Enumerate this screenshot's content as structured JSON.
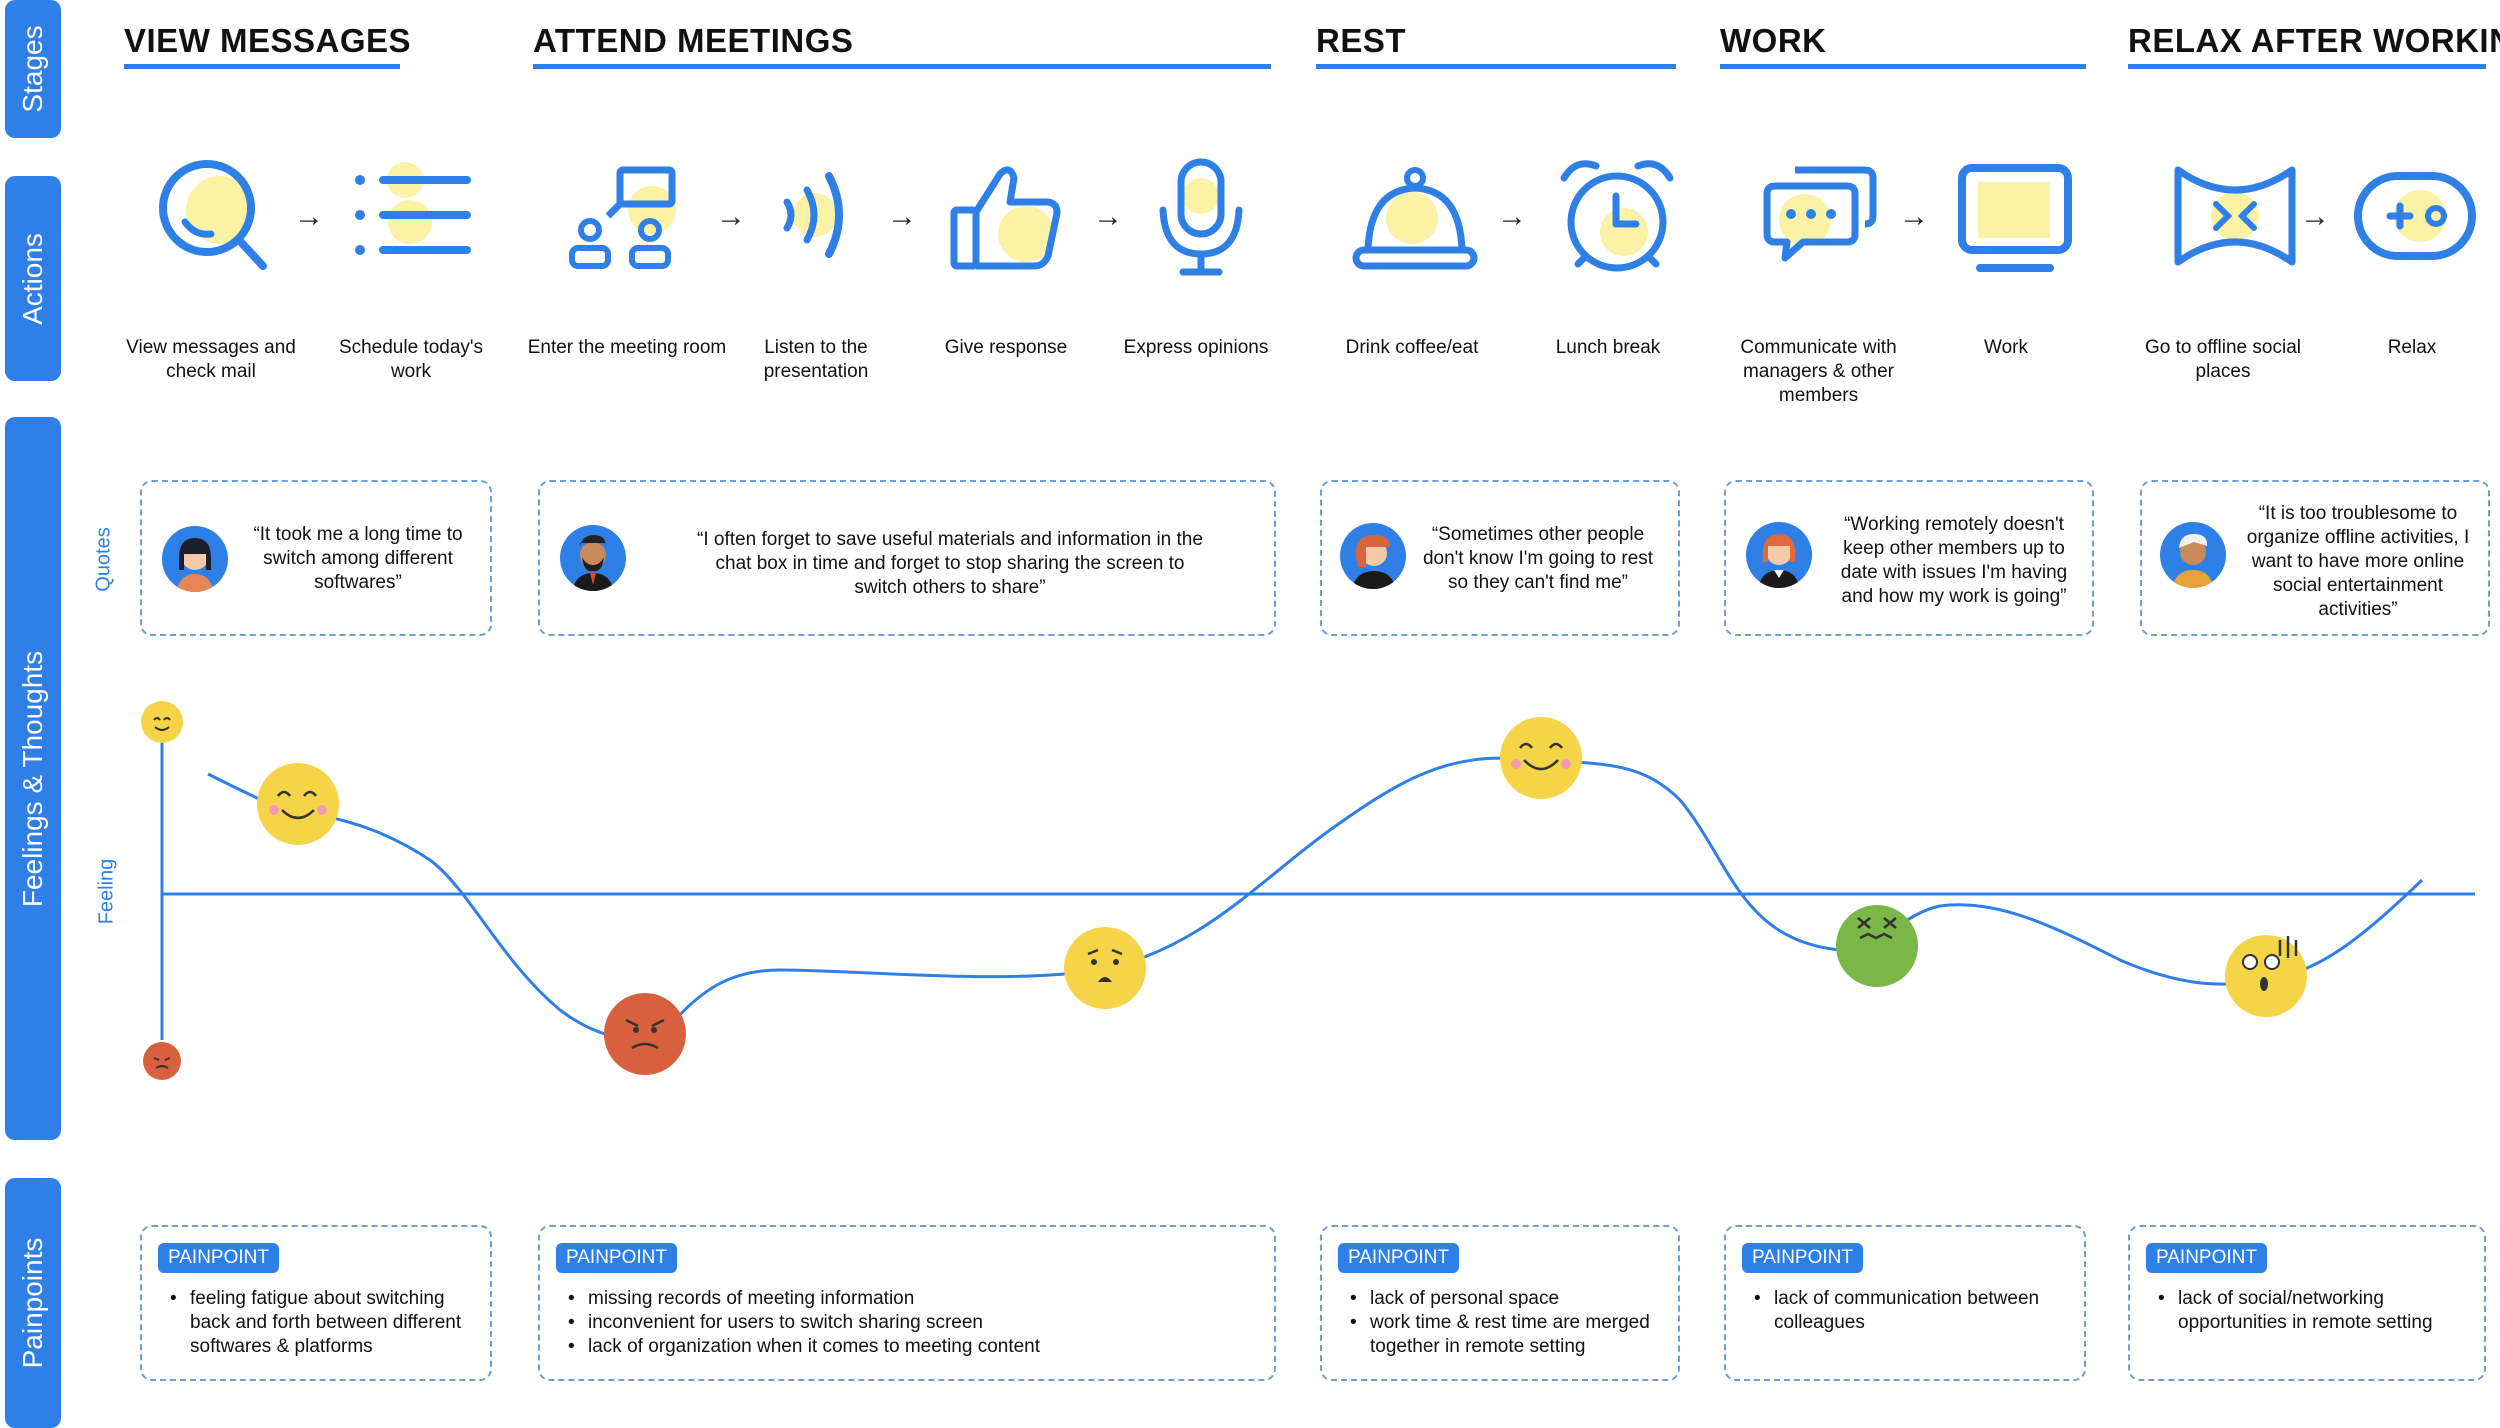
{
  "lanes": {
    "stages": "Stages",
    "actions": "Actions",
    "feelings": "Feelings & Thoughts",
    "painpoints": "Painpoints"
  },
  "side_labels": {
    "quotes": "Quotes",
    "feeling": "Feeling"
  },
  "stages": [
    {
      "title": "VIEW MESSAGES"
    },
    {
      "title": "ATTEND MEETINGS"
    },
    {
      "title": "REST"
    },
    {
      "title": "WORK"
    },
    {
      "title": "RELAX AFTER WORKING"
    }
  ],
  "actions": [
    {
      "label": "View messages and check mail",
      "icon": "search-icon"
    },
    {
      "label": "Schedule today's work",
      "icon": "list-icon"
    },
    {
      "label": "Enter the meeting room",
      "icon": "meeting-room-icon"
    },
    {
      "label": "Listen to the presentation",
      "icon": "sound-waves-icon"
    },
    {
      "label": "Give response",
      "icon": "thumbs-up-icon"
    },
    {
      "label": "Express opinions",
      "icon": "microphone-icon"
    },
    {
      "label": "Drink coffee/eat",
      "icon": "cloche-icon"
    },
    {
      "label": "Lunch break",
      "icon": "alarm-clock-icon"
    },
    {
      "label": "Communicate with managers & other members",
      "icon": "chat-bubbles-icon"
    },
    {
      "label": "Work",
      "icon": "monitor-icon"
    },
    {
      "label": "Go to offline social places",
      "icon": "bowtie-icon"
    },
    {
      "label": "Relax",
      "icon": "gamepad-icon"
    }
  ],
  "quotes": [
    {
      "text": "“It took me a long time to switch among different softwares”",
      "avatar": "woman-avatar"
    },
    {
      "text": "“I often forget to save useful materials and information in the chat box in time and forget to stop sharing the screen to switch others to share”",
      "avatar": "bearded-man-avatar"
    },
    {
      "text": "“Sometimes other people don't know I'm going to rest so they can't find me”",
      "avatar": "woman-avatar"
    },
    {
      "text": "“Working remotely doesn't keep other members up to date with issues I'm having and how my work is going”",
      "avatar": "redhead-woman-avatar"
    },
    {
      "text": "“It is too troublesome to organize offline activities, I want to have more online social entertainment activities”",
      "avatar": "older-man-avatar"
    }
  ],
  "painpoints": [
    {
      "badge": "PAINPOINT",
      "items": [
        "feeling fatigue about switching back and forth between different softwares & platforms"
      ]
    },
    {
      "badge": "PAINPOINT",
      "items": [
        "missing records of meeting information",
        "inconvenient for users to switch sharing screen",
        "lack of organization when it comes to meeting content"
      ]
    },
    {
      "badge": "PAINPOINT",
      "items": [
        "lack of personal space",
        "work time & rest time are merged together in remote setting"
      ]
    },
    {
      "badge": "PAINPOINT",
      "items": [
        "lack of communication between colleagues"
      ]
    },
    {
      "badge": "PAINPOINT",
      "items": [
        "lack of social/networking opportunities in remote setting"
      ]
    }
  ],
  "emotions": [
    {
      "mood": "happy",
      "color": "#f5d547"
    },
    {
      "mood": "angry",
      "color": "#d9603f"
    },
    {
      "mood": "worried",
      "color": "#f5d547"
    },
    {
      "mood": "very-happy",
      "color": "#f5d547"
    },
    {
      "mood": "dizzy",
      "color": "#7ab648"
    },
    {
      "mood": "shocked",
      "color": "#f5d547"
    }
  ],
  "colors": {
    "accent": "#2e80e6",
    "highlight": "#fbf2a6",
    "text": "#111111"
  }
}
